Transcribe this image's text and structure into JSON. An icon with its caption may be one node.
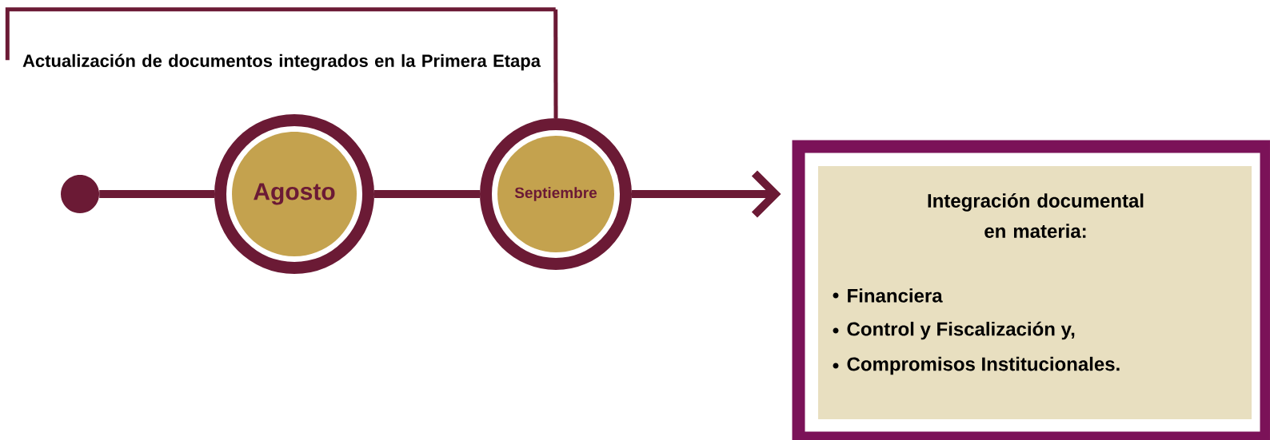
{
  "diagram": {
    "nodes": [
      {
        "text": [
          "Actualización de documentos integrados en la Primera Etapa"
        ]
      },
      {
        "text": [],
        "shape": "circle"
      },
      {
        "text": [
          "Agosto"
        ]
      },
      {
        "text": [
          "Septiembre"
        ]
      },
      {
        "text": [
          "Integración documental en materia:",
          "Financiera",
          "Control y Fiscalización y,",
          "Compromisos Institucionales."
        ]
      }
    ],
    "edges": [
      {
        "from": 0,
        "to": 3,
        "arrow": "none"
      },
      {
        "from": 1,
        "to": 2,
        "arrow": "none"
      },
      {
        "from": 2,
        "to": 3,
        "arrow": "none"
      },
      {
        "from": 3,
        "to": 4,
        "arrow": "to"
      }
    ]
  }
}
